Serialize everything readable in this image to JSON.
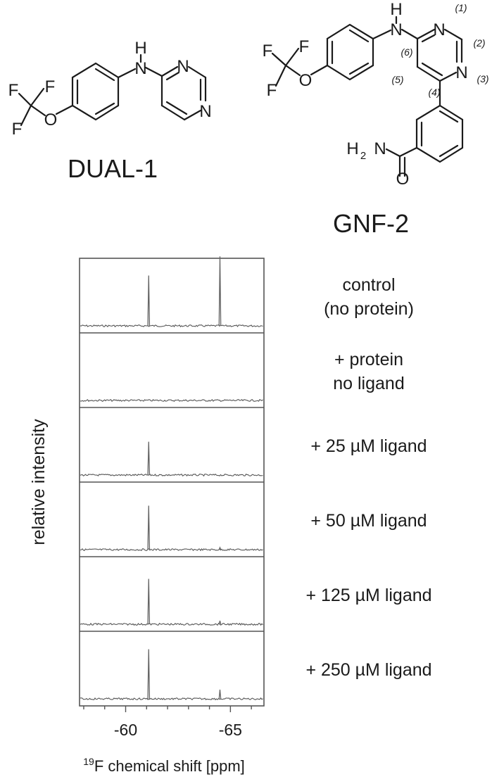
{
  "molecules": {
    "dual1": {
      "name": "DUAL-1",
      "atoms": {
        "F1": "F",
        "F2": "F",
        "F3": "F",
        "O": "O",
        "N_amine": "N",
        "H_amine": "H",
        "N_ring1": "N",
        "N_ring2": "N"
      }
    },
    "gnf2": {
      "name": "GNF-2",
      "atoms": {
        "F1": "F",
        "F2": "F",
        "F3": "F",
        "O": "O",
        "N_amine": "N",
        "H_amine": "H",
        "N1": "N",
        "N3": "N",
        "amide_H2": "H",
        "amide_sub2": "2",
        "amide_N": "N",
        "amide_O": "O"
      },
      "position_labels": [
        "(1)",
        "(2)",
        "(3)",
        "(4)",
        "(5)",
        "(6)"
      ]
    }
  },
  "chart_data": {
    "type": "line",
    "subtype": "stacked 19F NMR spectra",
    "xlabel_sup": "19",
    "xlabel": "F chemical shift [ppm]",
    "ylabel": "relative intensity",
    "x_reversed": true,
    "xlim": [
      -57.8,
      -66.6
    ],
    "xticks": [
      -60,
      -65
    ],
    "xtick_labels": [
      "-60",
      "-65"
    ],
    "minor_tick_step": 1,
    "grid": false,
    "peak_positions_ppm": [
      -61.1,
      -64.5
    ],
    "series": [
      {
        "name": "control\n(no protein)",
        "peaks": [
          {
            "x": -61.1,
            "y": 0.71
          },
          {
            "x": -64.5,
            "y": 0.98
          }
        ]
      },
      {
        "name": "+ protein\nno ligand",
        "peaks": []
      },
      {
        "name": "+ 25 µM ligand",
        "peaks": [
          {
            "x": -61.1,
            "y": 0.47
          }
        ]
      },
      {
        "name": "+ 50 µM ligand",
        "peaks": [
          {
            "x": -61.1,
            "y": 0.62
          },
          {
            "x": -64.5,
            "y": 0.03
          }
        ]
      },
      {
        "name": "+ 125 µM ligand",
        "peaks": [
          {
            "x": -61.1,
            "y": 0.64
          },
          {
            "x": -64.5,
            "y": 0.05
          }
        ]
      },
      {
        "name": "+ 250 µM ligand",
        "peaks": [
          {
            "x": -61.1,
            "y": 0.7
          },
          {
            "x": -64.5,
            "y": 0.13
          }
        ]
      }
    ]
  }
}
